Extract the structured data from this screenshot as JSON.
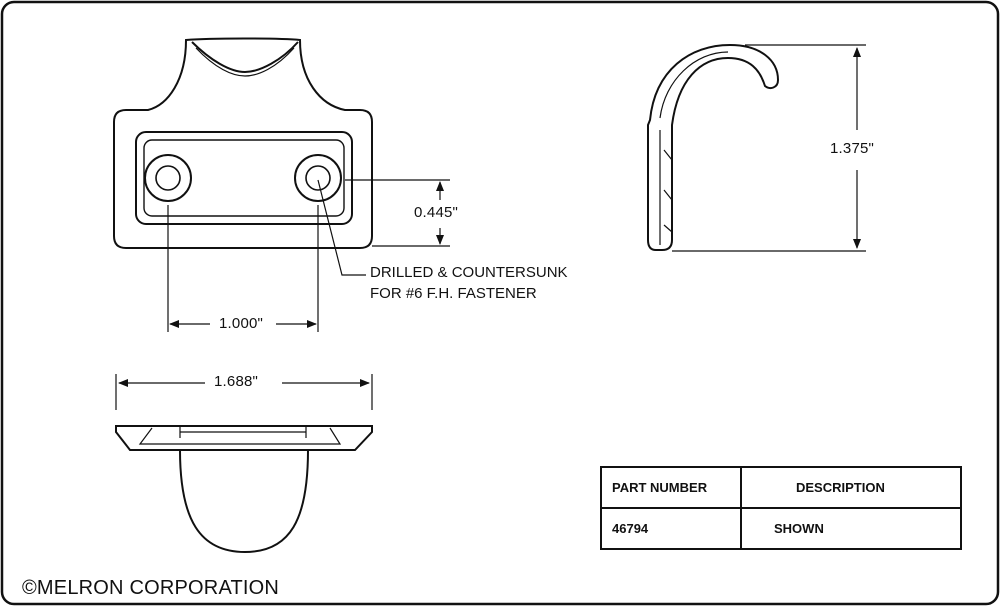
{
  "dimensions": {
    "hole_spacing": "1.000\"",
    "overall_width": "1.688\"",
    "hole_offset": "0.445\"",
    "height": "1.375\""
  },
  "note": {
    "line1": "DRILLED & COUNTERSUNK",
    "line2": "FOR #6 F.H. FASTENER"
  },
  "parts_table": {
    "headers": [
      "PART NUMBER",
      "DESCRIPTION"
    ],
    "rows": [
      {
        "part_number": "46794",
        "description": "SHOWN"
      }
    ]
  },
  "footer": {
    "copyright": "©MELRON CORPORATION"
  }
}
